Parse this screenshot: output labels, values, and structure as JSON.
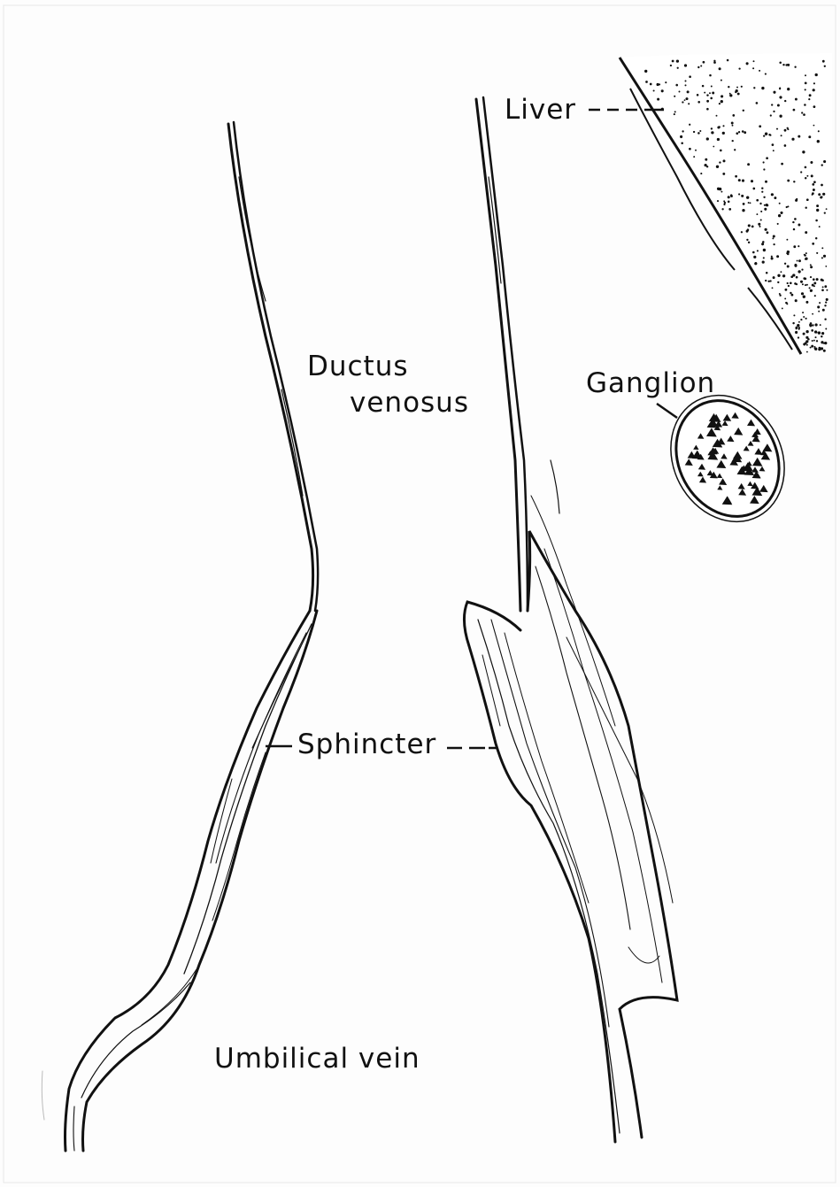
{
  "labels": {
    "liver": "Liver",
    "ductus_line1": "Ductus",
    "ductus_line2": "venosus",
    "ganglion": "Ganglion",
    "sphincter": "Sphincter",
    "umbilical_vein": "Umbilical vein"
  },
  "colors": {
    "ink": "#111111",
    "paper": "#fdfdfd"
  }
}
